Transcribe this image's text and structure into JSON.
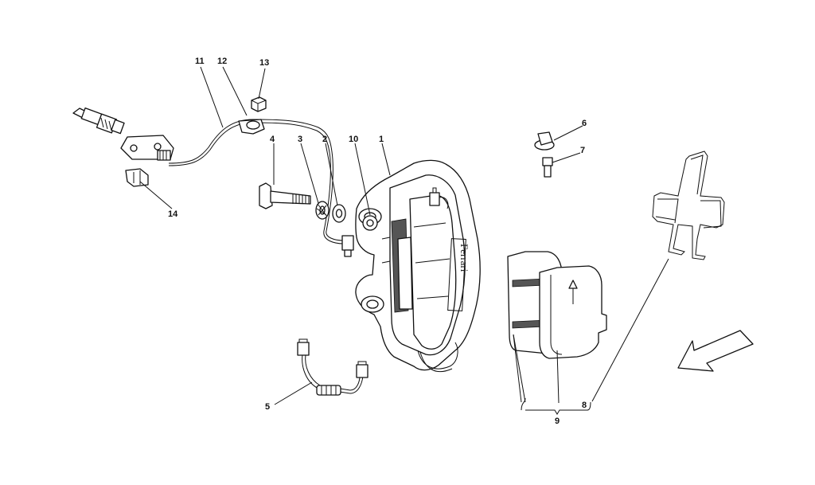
{
  "callouts": {
    "n1": "1",
    "n2": "2",
    "n3": "3",
    "n4": "4",
    "n5": "5",
    "n6": "6",
    "n7": "7",
    "n8": "8",
    "n9": "9",
    "n10": "10",
    "n11": "11",
    "n12": "12",
    "n13": "13",
    "n14": "14"
  },
  "caliper_logo": "Ferrari"
}
